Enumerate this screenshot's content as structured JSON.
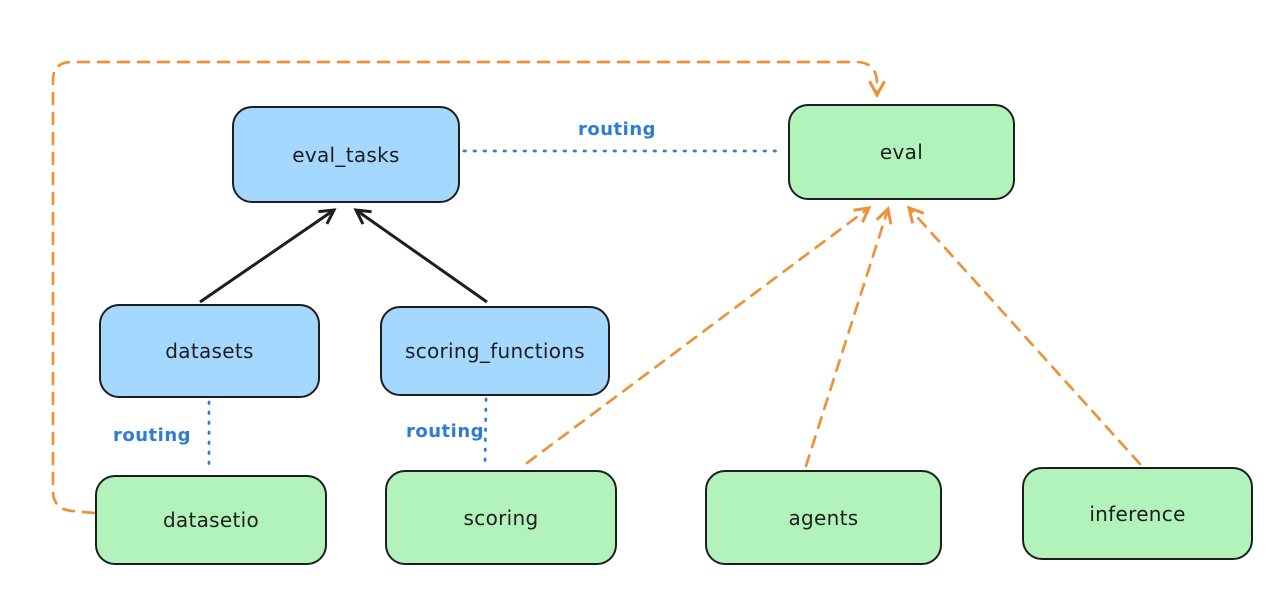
{
  "diagram": {
    "nodes": {
      "eval_tasks": {
        "label": "eval_tasks",
        "kind": "api",
        "fill": "#a5d8ff"
      },
      "eval": {
        "label": "eval",
        "kind": "provider",
        "fill": "#b2f2bb"
      },
      "datasets": {
        "label": "datasets",
        "kind": "api",
        "fill": "#a5d8ff"
      },
      "scoring_functions": {
        "label": "scoring_functions",
        "kind": "api",
        "fill": "#a5d8ff"
      },
      "datasetio": {
        "label": "datasetio",
        "kind": "provider",
        "fill": "#b2f2bb"
      },
      "scoring": {
        "label": "scoring",
        "kind": "provider",
        "fill": "#b2f2bb"
      },
      "agents": {
        "label": "agents",
        "kind": "provider",
        "fill": "#b2f2bb"
      },
      "inference": {
        "label": "inference",
        "kind": "provider",
        "fill": "#b2f2bb"
      }
    },
    "edges": {
      "eval_tasks_to_eval": {
        "label": "routing",
        "style": "dotted",
        "color": "#2d7dd2"
      },
      "datasets_to_datasetio": {
        "label": "routing",
        "style": "dotted",
        "color": "#2d7dd2"
      },
      "scoring_functions_to_scoring": {
        "label": "routing",
        "style": "dotted",
        "color": "#2d7dd2"
      },
      "datasets_to_eval_tasks": {
        "style": "solid-arrow",
        "color": "#1e1e1e"
      },
      "scoring_functions_to_eval_tasks": {
        "style": "solid-arrow",
        "color": "#1e1e1e"
      },
      "datasetio_to_eval": {
        "style": "dashed-arrow",
        "color": "#ec9239"
      },
      "scoring_to_eval": {
        "style": "dashed-arrow",
        "color": "#ec9239"
      },
      "agents_to_eval": {
        "style": "dashed-arrow",
        "color": "#ec9239"
      },
      "inference_to_eval": {
        "style": "dashed-arrow",
        "color": "#ec9239"
      }
    },
    "colors": {
      "background": "#ffffff",
      "node_stroke": "#1e1e1e",
      "blue_fill": "#a5d8ff",
      "green_fill": "#b2f2bb",
      "routing_blue": "#2d7dd2",
      "provider_orange": "#ec9239"
    }
  }
}
